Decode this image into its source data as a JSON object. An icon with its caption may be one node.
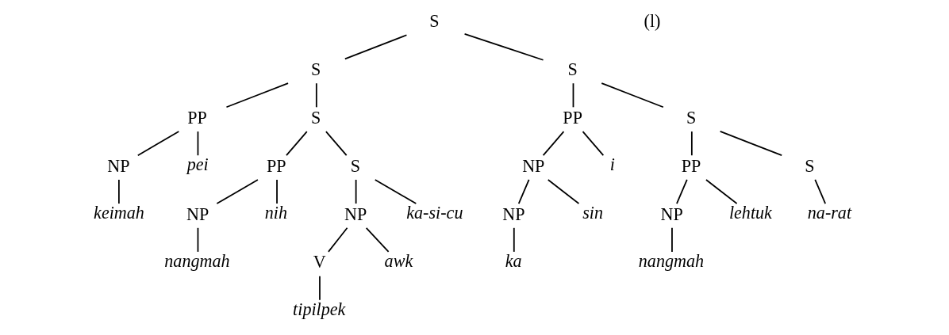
{
  "diagram": {
    "nodes": [
      {
        "text": [
          "S"
        ]
      },
      {
        "text": [
          "S"
        ]
      },
      {
        "text": [
          "PP"
        ]
      },
      {
        "text": [
          "NP"
        ]
      },
      {
        "text": [
          "keimah"
        ]
      },
      {
        "text": [
          "pei"
        ]
      },
      {
        "text": [
          "S"
        ]
      },
      {
        "text": [
          "PP"
        ]
      },
      {
        "text": [
          "NP"
        ]
      },
      {
        "text": [
          "nangmah"
        ]
      },
      {
        "text": [
          "nih"
        ]
      },
      {
        "text": [
          "S"
        ]
      },
      {
        "text": [
          "NP"
        ]
      },
      {
        "text": [
          "V"
        ]
      },
      {
        "text": [
          "tipilpek"
        ]
      },
      {
        "text": [
          "awk"
        ]
      },
      {
        "text": [
          "ka-si-cu"
        ]
      },
      {
        "text": [
          "S"
        ]
      },
      {
        "text": [
          "PP"
        ]
      },
      {
        "text": [
          "NP"
        ]
      },
      {
        "text": [
          "NP"
        ]
      },
      {
        "text": [
          "ka"
        ]
      },
      {
        "text": [
          "sin"
        ]
      },
      {
        "text": [
          "i"
        ]
      },
      {
        "text": [
          "S"
        ]
      },
      {
        "text": [
          "PP"
        ]
      },
      {
        "text": [
          "NP"
        ]
      },
      {
        "text": [
          "nangmah"
        ]
      },
      {
        "text": [
          "lehtuk"
        ]
      },
      {
        "text": [
          "S"
        ]
      },
      {
        "text": [
          "na-rat"
        ]
      }
    ],
    "edges": [
      {
        "from": 0,
        "to": 1,
        "arrow": "none"
      },
      {
        "from": 1,
        "to": 2,
        "arrow": "none"
      },
      {
        "from": 2,
        "to": 3,
        "arrow": "none"
      },
      {
        "from": 3,
        "to": 4,
        "arrow": "none"
      },
      {
        "from": 2,
        "to": 5,
        "arrow": "none"
      },
      {
        "from": 1,
        "to": 6,
        "arrow": "none"
      },
      {
        "from": 6,
        "to": 7,
        "arrow": "none"
      },
      {
        "from": 7,
        "to": 8,
        "arrow": "none"
      },
      {
        "from": 8,
        "to": 9,
        "arrow": "none"
      },
      {
        "from": 7,
        "to": 10,
        "arrow": "none"
      },
      {
        "from": 6,
        "to": 11,
        "arrow": "none"
      },
      {
        "from": 11,
        "to": 12,
        "arrow": "none"
      },
      {
        "from": 12,
        "to": 13,
        "arrow": "none"
      },
      {
        "from": 13,
        "to": 14,
        "arrow": "none"
      },
      {
        "from": 12,
        "to": 15,
        "arrow": "none"
      },
      {
        "from": 11,
        "to": 16,
        "arrow": "none"
      },
      {
        "from": 0,
        "to": 17,
        "arrow": "none"
      },
      {
        "from": 17,
        "to": 18,
        "arrow": "none"
      },
      {
        "from": 18,
        "to": 19,
        "arrow": "none"
      },
      {
        "from": 19,
        "to": 20,
        "arrow": "none"
      },
      {
        "from": 20,
        "to": 21,
        "arrow": "none"
      },
      {
        "from": 19,
        "to": 22,
        "arrow": "none"
      },
      {
        "from": 18,
        "to": 23,
        "arrow": "none"
      },
      {
        "from": 17,
        "to": 24,
        "arrow": "none"
      },
      {
        "from": 24,
        "to": 25,
        "arrow": "none"
      },
      {
        "from": 25,
        "to": 26,
        "arrow": "none"
      },
      {
        "from": 26,
        "to": 27,
        "arrow": "none"
      },
      {
        "from": 25,
        "to": 28,
        "arrow": "none"
      },
      {
        "from": 24,
        "to": 29,
        "arrow": "none"
      },
      {
        "from": 29,
        "to": 30,
        "arrow": "none"
      }
    ],
    "labels": [
      "(l)"
    ]
  }
}
